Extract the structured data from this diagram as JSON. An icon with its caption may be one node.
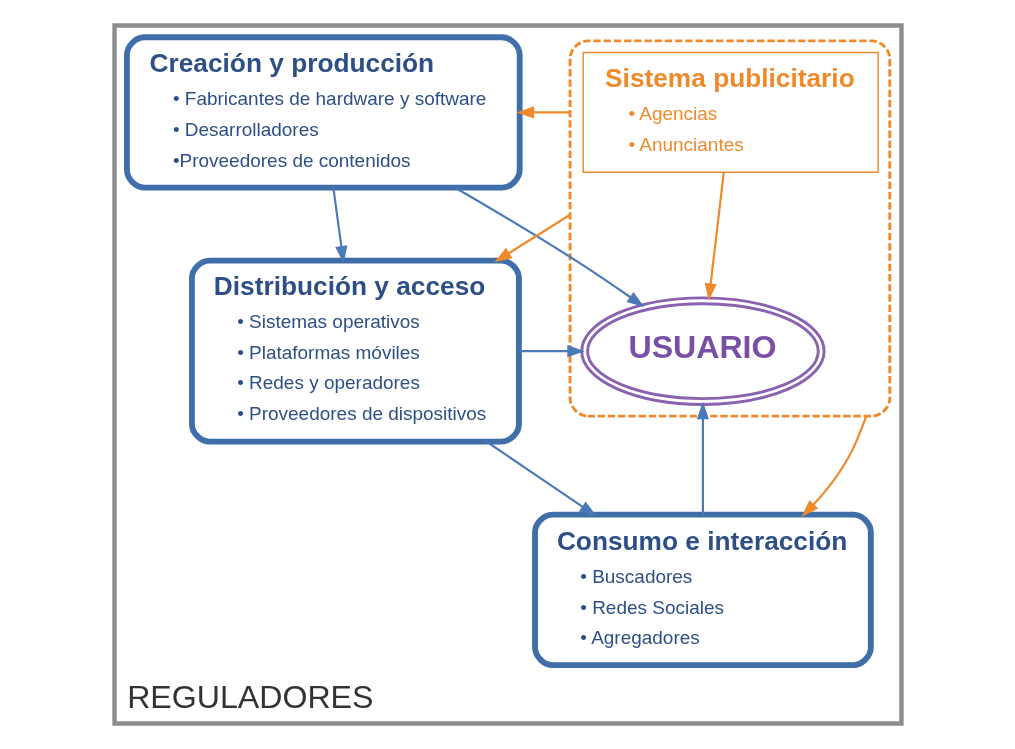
{
  "diagram": {
    "nodes": [
      {
        "text": [
          "REGULADORES"
        ]
      },
      {
        "text": [
          "Creación y producción",
          "• Fabricantes de hardware y software",
          "• Desarrolladores",
          "•Proveedores de contenidos"
        ],
        "in": 0
      },
      {
        "text": [
          "Distribución y acceso",
          "• Sistemas operativos",
          "• Plataformas móviles",
          "• Redes y operadores",
          "• Proveedores de dispositivos"
        ],
        "in": 0
      },
      {
        "text": [
          "Consumo e interacción",
          "• Buscadores",
          "• Redes Sociales",
          "• Agregadores"
        ],
        "in": 0
      },
      {
        "text": [],
        "shape": "ellipse",
        "in": 0
      },
      {
        "text": [
          "Sistema publicitario",
          "• Agencias",
          "• Anunciantes"
        ],
        "in": 4
      },
      {
        "text": [
          "USUARIO"
        ],
        "in": 4
      }
    ],
    "edges": [
      {
        "from": 1,
        "to": 2,
        "arrow": "to"
      },
      {
        "from": 1,
        "to": 6,
        "arrow": "to"
      },
      {
        "from": 2,
        "to": 6,
        "arrow": "to"
      },
      {
        "from": 2,
        "to": 3,
        "arrow": "to"
      },
      {
        "from": 3,
        "to": 6,
        "arrow": "to"
      },
      {
        "from": 4,
        "to": 1,
        "arrow": "to",
        "color": "#ee8a2c"
      },
      {
        "from": 4,
        "to": 2,
        "arrow": "to",
        "color": "#ee8a2c"
      },
      {
        "from": 4,
        "to": 3,
        "arrow": "to",
        "color": "#ee8a2c"
      },
      {
        "from": 5,
        "to": 6,
        "arrow": "to",
        "color": "#ee8a2c"
      }
    ]
  }
}
